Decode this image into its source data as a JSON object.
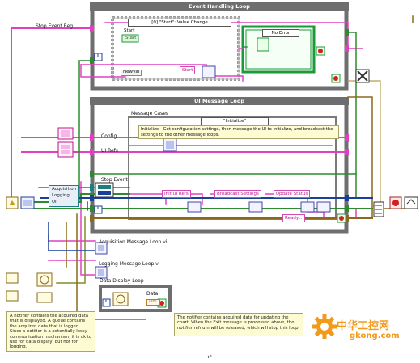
{
  "loops": {
    "event_handling": "Event Handling Loop",
    "ui_message": "UI Message Loop",
    "data_display": "Data Display Loop"
  },
  "event_structure": {
    "case_selector": "[0] \"Start\": Value Change",
    "start_label": "Start",
    "newval_label": "NewVal",
    "start_string": "Start",
    "error_case": "No Error"
  },
  "labels": {
    "stop_event_reg": "Stop Event Reg.",
    "config": "Config",
    "ui_refs": "UI Refs",
    "stop_event": "Stop Event",
    "message_cases": "Message Cases",
    "acquisition_loop_vi": "Acquisition Message Loop.vi",
    "logging_loop_vi": "Logging Message Loop.vi",
    "data": "Data",
    "data_type": "DBL",
    "iteration": "i"
  },
  "message_loop": {
    "case_selector": "\"Initialize\"",
    "description": "Initialize - Get configuration settings, then message the UI to initialize, and broadcast the settings to the other message loops.",
    "strings": [
      "Init UI Refs",
      "Broadcast Settings",
      "Update Status",
      "Ready..."
    ]
  },
  "enum_items": [
    "Acquisition",
    "Logging",
    "UI"
  ],
  "notes": {
    "left": "A notifier contains the acquired data that is displayed. A queue contains the acquired data that is logged. Since a notifier is a potentially lossy communication mechanism, it is ok to use for data display, but not for logging.",
    "right": "The notifier contains acquired data for updating the chart. When the Exit message is processed above, the notifier refnum will be released, which will stop this loop."
  },
  "footer_mark": "↵",
  "watermark": {
    "cn": "中华工控网",
    "url": "gkong.com"
  },
  "colors": {
    "wire_pink": "#e040c0",
    "wire_green": "#2f8a2f",
    "wire_olive": "#7f8f2a",
    "wire_brown": "#8a6a1a",
    "wire_blue": "#1c3f9a",
    "wire_teal": "#1b7f7f",
    "loop_border": "#6e6e6e",
    "error_frame_green": "#1c9a3a",
    "note_bg": "#fdfbd2",
    "watermark_orange": "#f29a1a"
  }
}
